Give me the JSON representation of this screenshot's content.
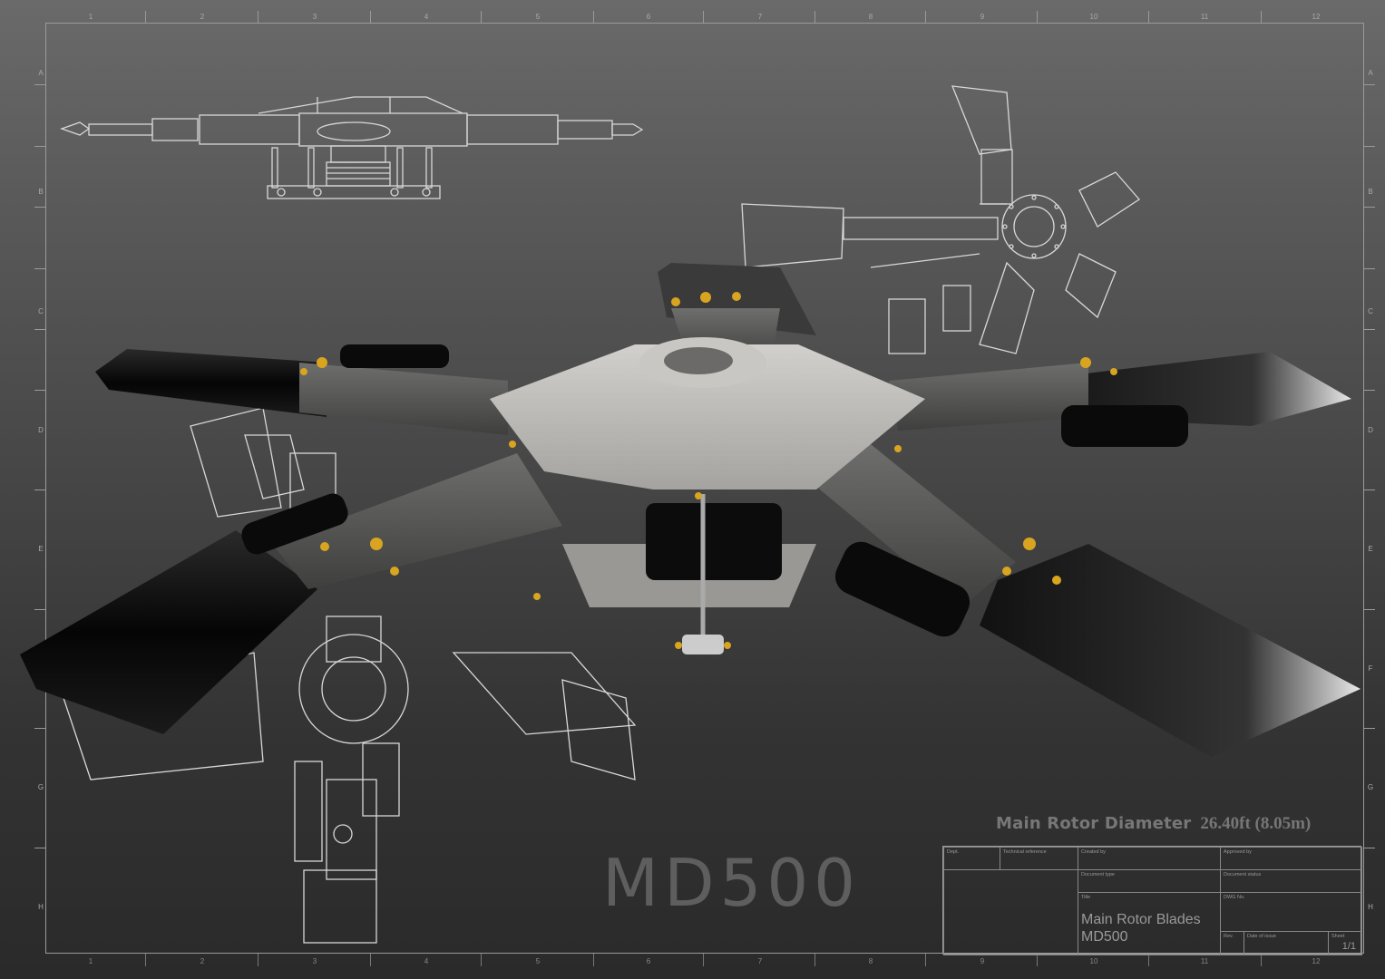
{
  "drawing": {
    "subject": "MD500 main rotor hub assembly render with wireframe projections",
    "logo_text": "MD500",
    "main_rotor_diameter": {
      "label": "Main Rotor Diameter",
      "value": "26.40ft (8.05m)"
    }
  },
  "border_zones": {
    "columns": [
      "1",
      "2",
      "3",
      "4",
      "5",
      "6",
      "7",
      "8",
      "9",
      "10",
      "11",
      "12"
    ],
    "rows": [
      "A",
      "B",
      "C",
      "D",
      "E",
      "F",
      "G",
      "H"
    ]
  },
  "title_block": {
    "dept_label": "Dept.",
    "technical_reference_label": "Technical reference",
    "created_by_label": "Created by",
    "approved_by_label": "Approved by",
    "document_type_label": "Document type",
    "document_status_label": "Document status",
    "title_label": "Title",
    "title_line1": "Main Rotor Blades",
    "title_line2": "MD500",
    "dwg_no_label": "DWG No.",
    "rev_label": "Rev.",
    "date_of_issue_label": "Date of issue",
    "sheet_label": "Sheet",
    "sheet_value": "1/1"
  },
  "colors": {
    "background_top": "#6a6a6a",
    "background_bottom": "#2a2a2a",
    "wireframe": "#d8d8d8",
    "hub_metal": "#b8b6b2",
    "arm_metal": "#5a5a58",
    "blade_black": "#0d0d0d",
    "bolt_gold": "#d9a520",
    "text_gray": "#777777"
  }
}
